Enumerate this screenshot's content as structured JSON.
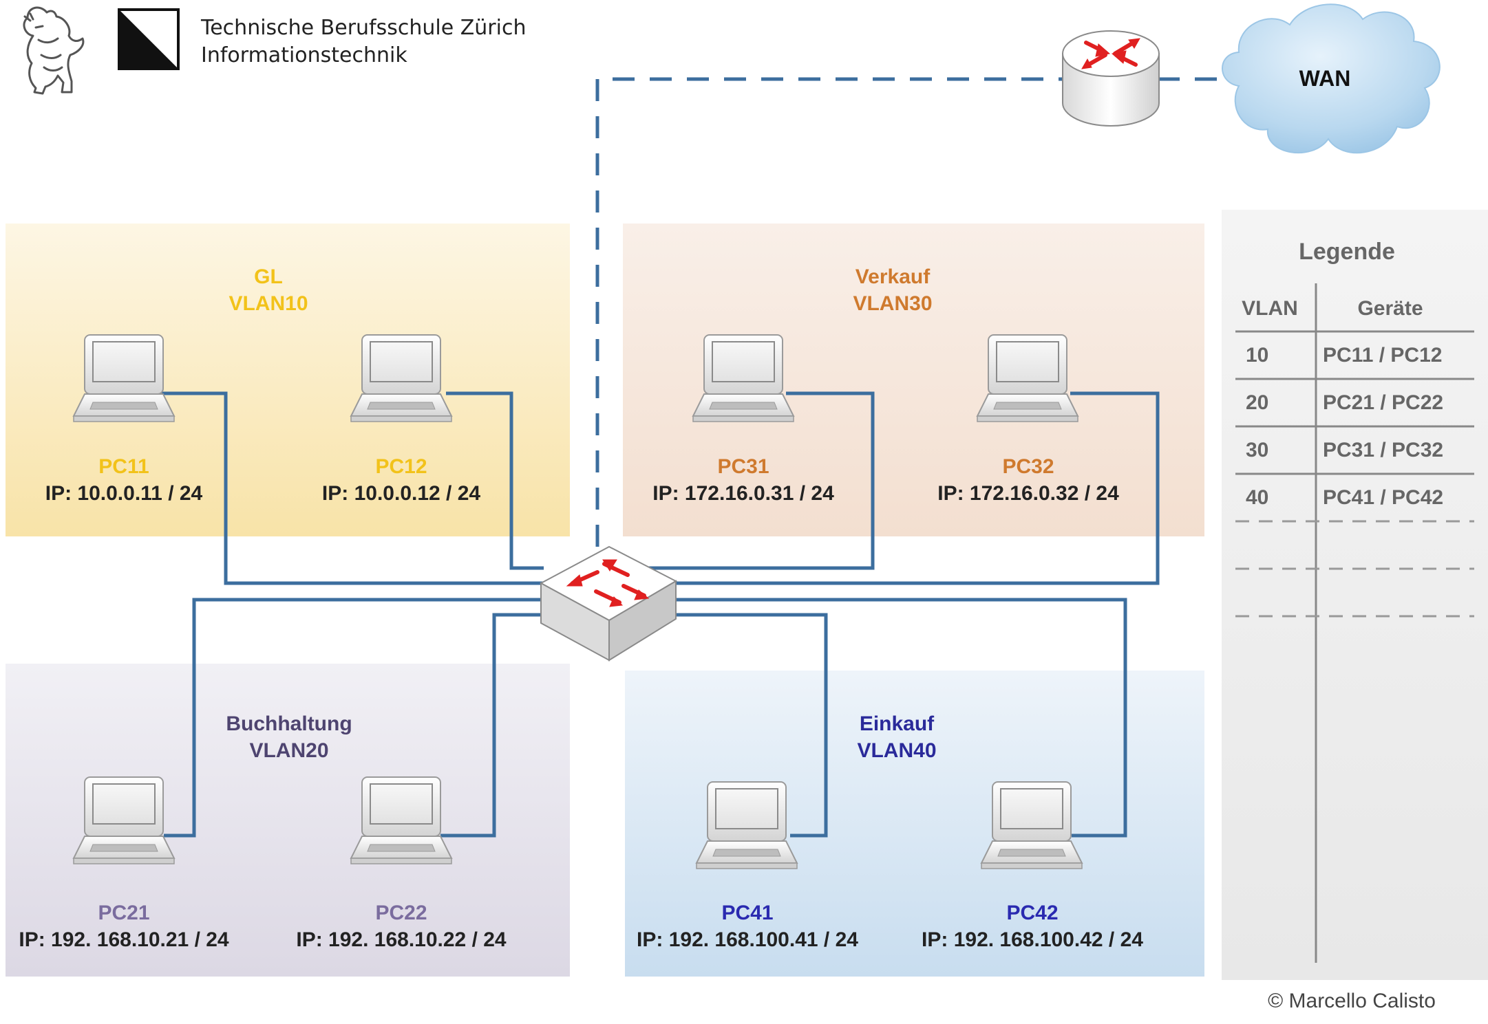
{
  "header": {
    "school_line1": "Technische Berufsschule Zürich",
    "school_line2": "Informationstechnik"
  },
  "wan": {
    "label": "WAN"
  },
  "zones": [
    {
      "id": "gl",
      "name": "GL",
      "vlan": "VLAN10",
      "color": "#f2c21a",
      "pcs": [
        {
          "name": "PC11",
          "ip": "IP: 10.0.0.11 / 24"
        },
        {
          "name": "PC12",
          "ip": "IP: 10.0.0.12 / 24"
        }
      ]
    },
    {
      "id": "verkauf",
      "name": "Verkauf",
      "vlan": "VLAN30",
      "color": "#cf7a2e",
      "pcs": [
        {
          "name": "PC31",
          "ip": "IP: 172.16.0.31 / 24"
        },
        {
          "name": "PC32",
          "ip": "IP: 172.16.0.32 / 24"
        }
      ]
    },
    {
      "id": "buchhaltung",
      "name": "Buchhaltung",
      "vlan": "VLAN20",
      "color": "#4e4470",
      "pcs": [
        {
          "name": "PC21",
          "ip": "IP: 192. 168.10.21 / 24"
        },
        {
          "name": "PC22",
          "ip": "IP: 192. 168.10.22 / 24"
        }
      ]
    },
    {
      "id": "einkauf",
      "name": "Einkauf",
      "vlan": "VLAN40",
      "color": "#2a2a9a",
      "pcs": [
        {
          "name": "PC41",
          "ip": "IP: 192. 168.100.41 / 24"
        },
        {
          "name": "PC42",
          "ip": "IP: 192. 168.100.42 / 24"
        }
      ]
    }
  ],
  "legend": {
    "title": "Legende",
    "col_vlan": "VLAN",
    "col_devices": "Geräte",
    "rows": [
      {
        "vlan": "10",
        "devices": "PC11 / PC12"
      },
      {
        "vlan": "20",
        "devices": "PC21 / PC22"
      },
      {
        "vlan": "30",
        "devices": "PC31 / PC32"
      },
      {
        "vlan": "40",
        "devices": "PC41 / PC42"
      }
    ]
  },
  "copyright": "© Marcello Calisto",
  "colors": {
    "link": "#3c6e9e",
    "arrow": "#e02020",
    "gl_bg": "#fbedc8",
    "verkauf_bg": "#f6e6dc",
    "buchhaltung_bg": "#e4e1ea",
    "einkauf_bg": "#d6e6f3",
    "legend_bg": "#eeeeee"
  }
}
